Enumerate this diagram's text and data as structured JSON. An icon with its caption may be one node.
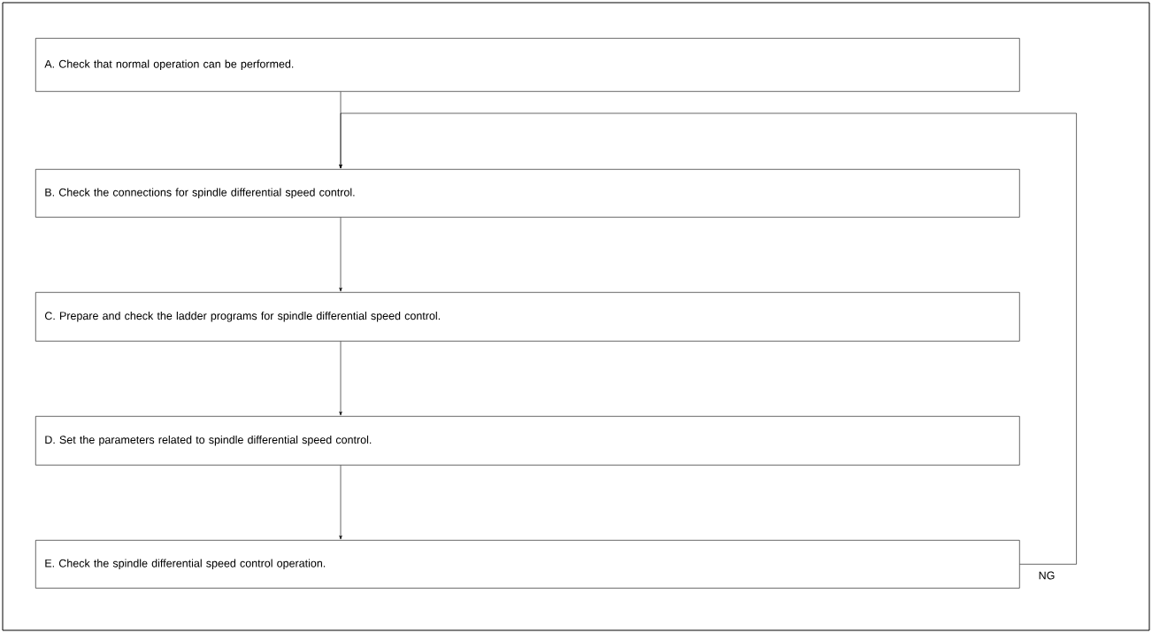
{
  "diagram": {
    "nodes": [
      {
        "text": [
          "A.  Check that normal operation can be performed."
        ]
      },
      {
        "text": [
          "B.  Check the connections for spindle differential speed control."
        ]
      },
      {
        "text": [
          "C.  Prepare and check the ladder programs for spindle differential speed control."
        ]
      },
      {
        "text": [
          "D.  Set the parameters related to spindle differential speed control."
        ]
      },
      {
        "text": [
          "E.  Check the spindle differential speed control operation."
        ]
      }
    ],
    "edges": [
      {
        "from": 0,
        "to": 1,
        "arrow": "to"
      },
      {
        "from": 1,
        "to": 2,
        "arrow": "to"
      },
      {
        "from": 2,
        "to": 3,
        "arrow": "to"
      },
      {
        "from": 3,
        "to": 4,
        "arrow": "to"
      },
      {
        "from": 4,
        "to": 1,
        "arrow": "to",
        "label": "NG"
      }
    ]
  }
}
